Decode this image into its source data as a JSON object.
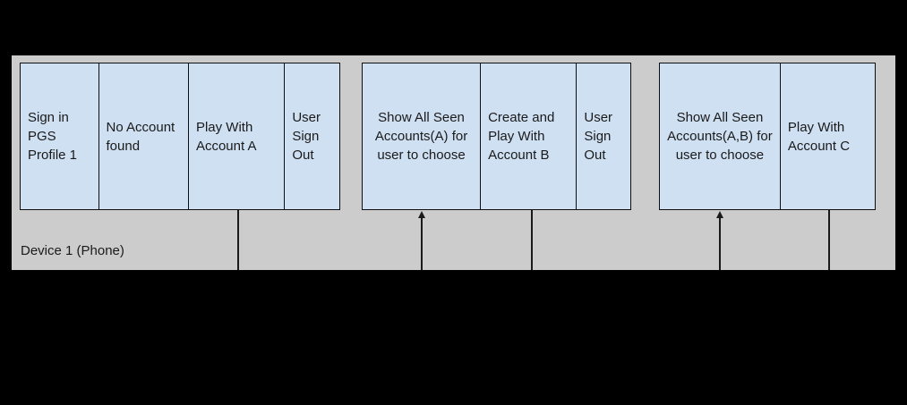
{
  "diagram": {
    "lane": {
      "label": "Device 1 (Phone)",
      "background_color": "#cccccc"
    },
    "box_color": "#cfe0f3",
    "border_color": "#0f0f0f",
    "groups": [
      {
        "id": "group-1",
        "boxes": [
          {
            "id": "sign-in-pgs-profile-1",
            "text": "Sign in PGS Profile 1",
            "align": "left"
          },
          {
            "id": "no-account-found",
            "text": "No Account found",
            "align": "left"
          },
          {
            "id": "play-with-account-a",
            "text": "Play With Account A",
            "align": "left"
          },
          {
            "id": "user-sign-out-1",
            "text": "User Sign Out",
            "align": "left"
          }
        ]
      },
      {
        "id": "group-2",
        "boxes": [
          {
            "id": "show-all-seen-accounts-a",
            "text": "Show All Seen Accounts(A) for user to choose",
            "align": "center"
          },
          {
            "id": "create-and-play-with-account-b",
            "text": "Create and Play With Account B",
            "align": "left"
          },
          {
            "id": "user-sign-out-2",
            "text": "User Sign Out",
            "align": "left"
          }
        ]
      },
      {
        "id": "group-3",
        "boxes": [
          {
            "id": "show-all-seen-accounts-ab",
            "text": "Show All Seen Accounts(A,B) for user to choose",
            "align": "center"
          },
          {
            "id": "play-with-account-c",
            "text": "Play With Account C",
            "align": "left"
          }
        ]
      }
    ],
    "connectors": [
      {
        "id": "connector-1",
        "arrow": false
      },
      {
        "id": "connector-2",
        "arrow": true
      },
      {
        "id": "connector-3",
        "arrow": false
      },
      {
        "id": "connector-4",
        "arrow": true
      },
      {
        "id": "connector-5",
        "arrow": false
      }
    ]
  }
}
